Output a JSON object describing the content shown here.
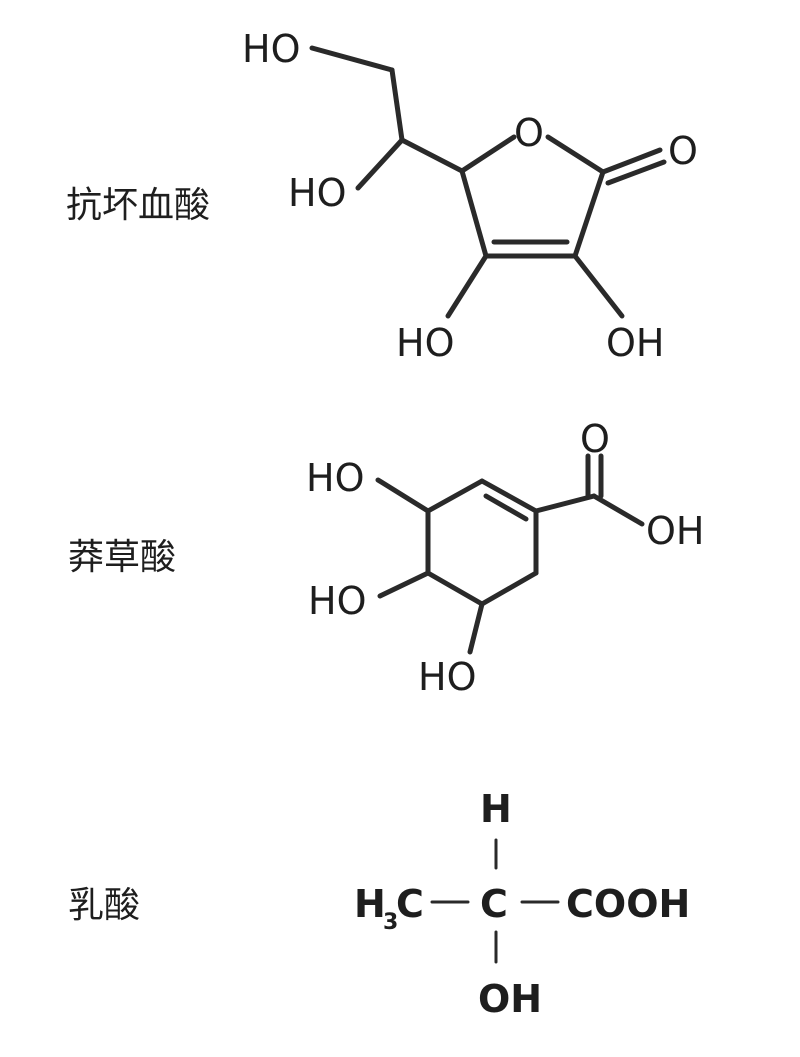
{
  "molecules": [
    {
      "name": "抗坏血酸",
      "atoms": {
        "ho_top": "HO",
        "ho_side": "HO",
        "ring_o": "O",
        "carbonyl_o": "O",
        "ho_bottom_left": "HO",
        "oh_bottom_right": "OH"
      }
    },
    {
      "name": "莽草酸",
      "atoms": {
        "carbonyl_o": "O",
        "oh_acid": "OH",
        "ho_upper": "HO",
        "ho_middle": "HO",
        "ho_lower": "HO"
      }
    },
    {
      "name": "乳酸",
      "atoms": {
        "h_top": "H",
        "methyl_h": "H",
        "methyl_sub": "3",
        "methyl_c": "C",
        "center_c": "C",
        "carboxyl": "COOH",
        "oh_bottom": "OH"
      }
    }
  ]
}
